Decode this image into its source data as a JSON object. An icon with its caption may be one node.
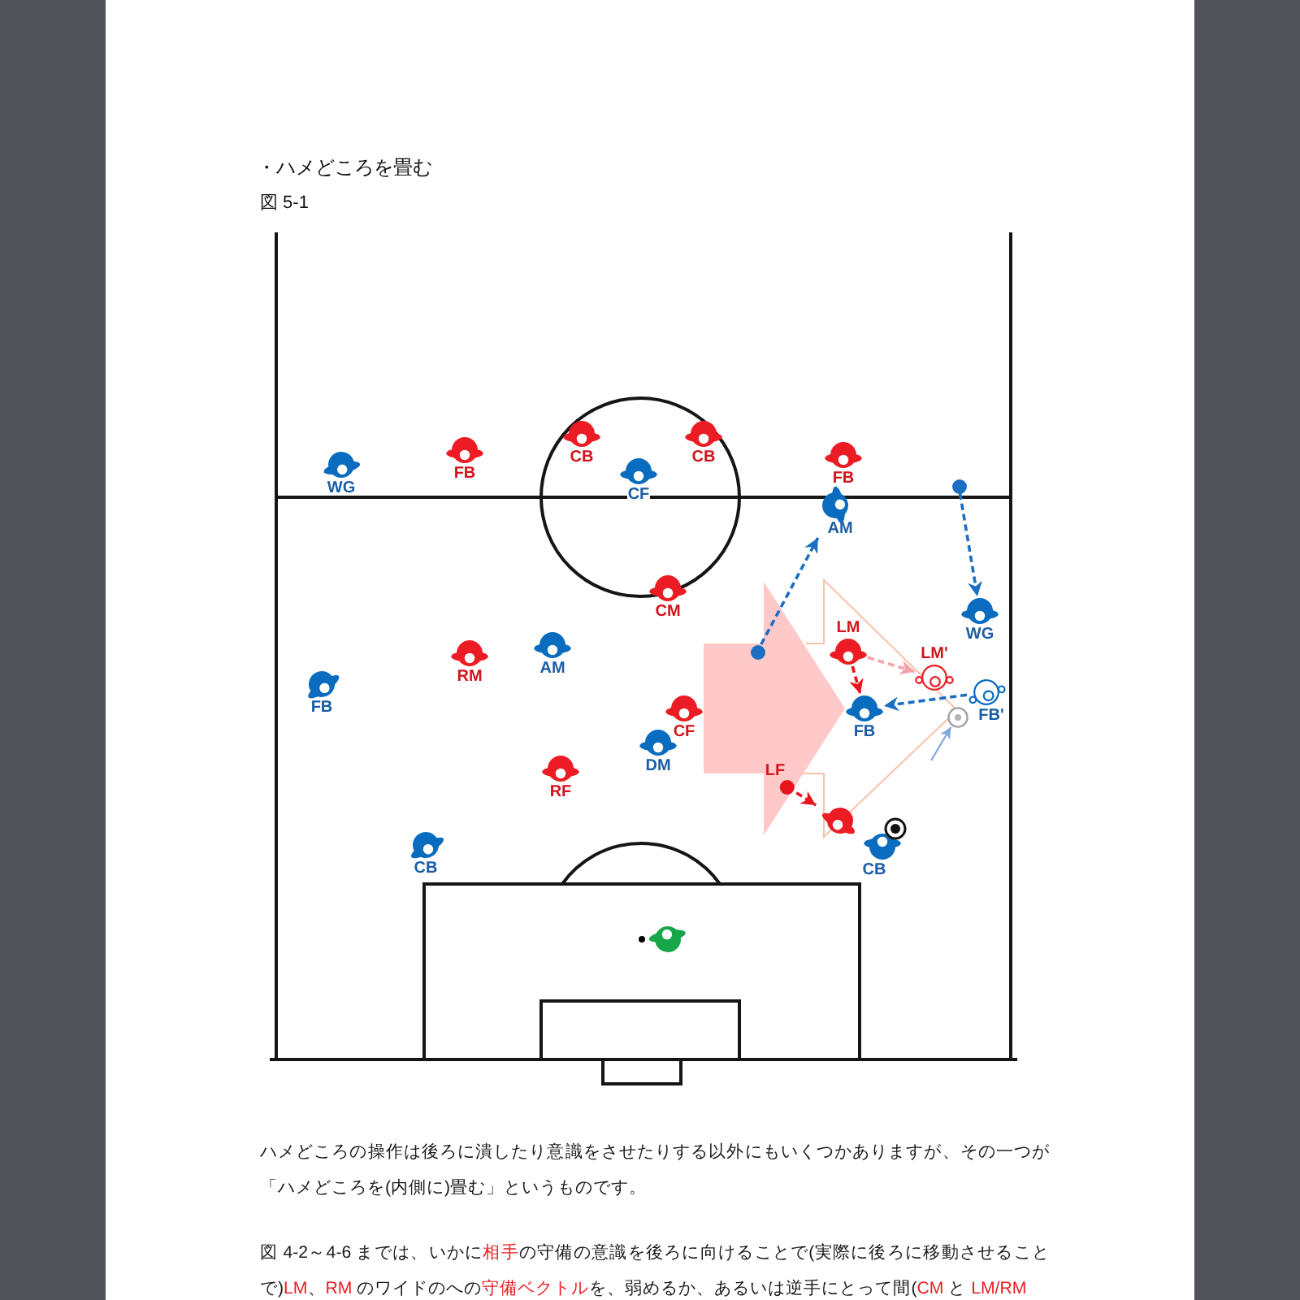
{
  "diagram": {
    "title": "・ハメどころを畳む",
    "caption": "図 5-1",
    "nodes": [
      {
        "text": [
          "WG"
        ]
      },
      {
        "text": [
          "FB"
        ]
      },
      {
        "text": [
          "CB"
        ]
      },
      {
        "text": [
          "CF"
        ]
      },
      {
        "text": [
          "CB"
        ]
      },
      {
        "text": [
          "FB"
        ]
      },
      {
        "text": [],
        "shape": "circle"
      },
      {
        "text": [
          "AM"
        ]
      },
      {
        "text": [
          "CM"
        ]
      },
      {
        "text": [
          "WG"
        ]
      },
      {
        "text": [
          "LM"
        ]
      },
      {
        "text": [],
        "shape": "circle"
      },
      {
        "text": [
          "LM'"
        ]
      },
      {
        "text": [
          "FB"
        ]
      },
      {
        "text": [
          "RM"
        ]
      },
      {
        "text": [
          "AM"
        ]
      },
      {
        "text": [
          "CF"
        ]
      },
      {
        "text": [
          "FB"
        ]
      },
      {
        "text": [
          "FB'"
        ]
      },
      {
        "text": [],
        "shape": "circle"
      },
      {
        "text": [
          "DM"
        ]
      },
      {
        "text": [
          "RF"
        ]
      },
      {
        "text": [
          "LF"
        ]
      },
      {
        "text": [],
        "shape": "person"
      },
      {
        "text": [
          "CB"
        ]
      },
      {
        "text": [
          "CB"
        ]
      },
      {
        "text": [],
        "shape": "person"
      }
    ],
    "edges": [
      {
        "from": 11,
        "to": 7,
        "arrow": "to",
        "style": "dashed"
      },
      {
        "from": 6,
        "to": 9,
        "arrow": "to",
        "style": "dashed"
      },
      {
        "from": 10,
        "to": 17,
        "arrow": "to",
        "style": "dashed",
        "color": "#e8141c"
      },
      {
        "from": 10,
        "to": 12,
        "arrow": "to",
        "style": "dashed",
        "color": "#f4a3ab"
      },
      {
        "from": 18,
        "to": 17,
        "arrow": "to",
        "style": "dashed"
      },
      {
        "from": null,
        "to": 19,
        "arrow": "to",
        "color": "#7fa7d8"
      },
      {
        "from": 22,
        "to": 23,
        "arrow": "to",
        "style": "dashed",
        "color": "#e8141c"
      },
      {
        "from": 16,
        "to": 17,
        "arrow": "to",
        "style": "thick",
        "color": "#ffc9c9"
      }
    ],
    "labels": [
      "ハメどころの操作は後ろに潰したり意識をさせたりする以外にもいくつかありますが、その一つが「ハメどころを(内側に)畳む」というものです。",
      "図 4-2～4-6 までは、いかに**相手**の守備の意識を後ろに向けることで(実際に後ろに移動させることで)**LM**、**RM** のワイドのへの**守備ベクトル**を、弱めるか、あるいは逆手にとって間(**CM** と **LM/RM**"
    ]
  }
}
